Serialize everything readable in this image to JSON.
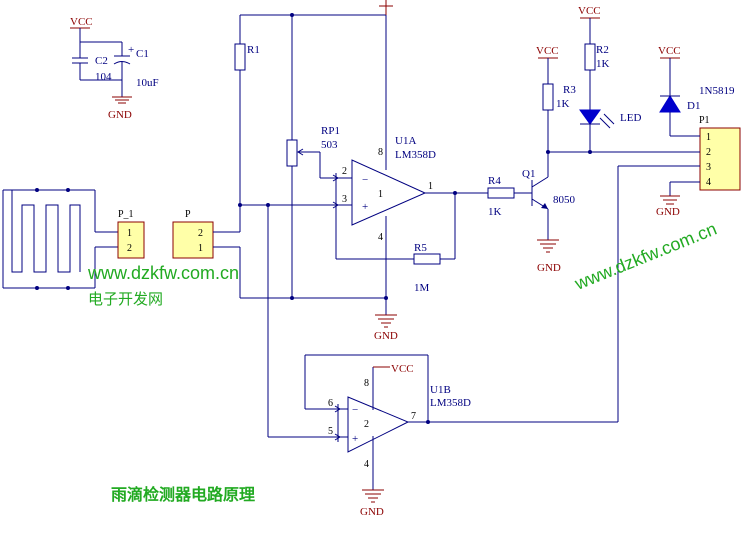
{
  "caption": "雨滴检测器电路原理",
  "watermark": {
    "url": "www.dzkfw.com.cn",
    "site": "电子开发网",
    "color": "#22aa22"
  },
  "colors": {
    "wire": "#000080",
    "power": "#8b0000",
    "connector_fill": "#ffffa8",
    "led": "#0000cc"
  },
  "capacitors": {
    "vcc": "VCC",
    "gnd": "GND",
    "c2": {
      "ref": "C2",
      "value": "104"
    },
    "c1": {
      "ref": "C1",
      "value": "10uF",
      "polarity": "+"
    }
  },
  "resistors": {
    "r1": {
      "ref": "R1"
    },
    "r2": {
      "ref": "R2",
      "value": "1K"
    },
    "r3": {
      "ref": "R3",
      "value": "1K"
    },
    "r4": {
      "ref": "R4",
      "value": "1K"
    },
    "r5": {
      "ref": "R5",
      "value": "1M"
    }
  },
  "potentiometer": {
    "ref": "RP1",
    "value": "503"
  },
  "opamp_a": {
    "ref": "U1A",
    "part": "LM358D",
    "unit": "1",
    "pins": {
      "inv": "2",
      "noninv": "3",
      "out": "1",
      "vplus": "8",
      "vminus": "4"
    },
    "inv_sign": "−",
    "noninv_sign": "+"
  },
  "opamp_b": {
    "ref": "U1B",
    "part": "LM358D",
    "unit": "2",
    "pins": {
      "inv": "6",
      "noninv": "5",
      "out": "7",
      "vplus": "8",
      "vminus": "4"
    },
    "inv_sign": "−",
    "noninv_sign": "+"
  },
  "transistor": {
    "ref": "Q1",
    "part": "8050"
  },
  "led": {
    "label": "LED"
  },
  "diode": {
    "ref": "D1",
    "part": "1N5819"
  },
  "connectors": {
    "p_1": {
      "ref": "P_1",
      "pins": [
        "1",
        "2"
      ]
    },
    "p": {
      "ref": "P",
      "pins": [
        "2",
        "1"
      ]
    },
    "p1": {
      "ref": "P1",
      "pins": [
        "1",
        "2",
        "3",
        "4"
      ]
    }
  },
  "power": {
    "vcc": "VCC",
    "gnd": "GND"
  }
}
